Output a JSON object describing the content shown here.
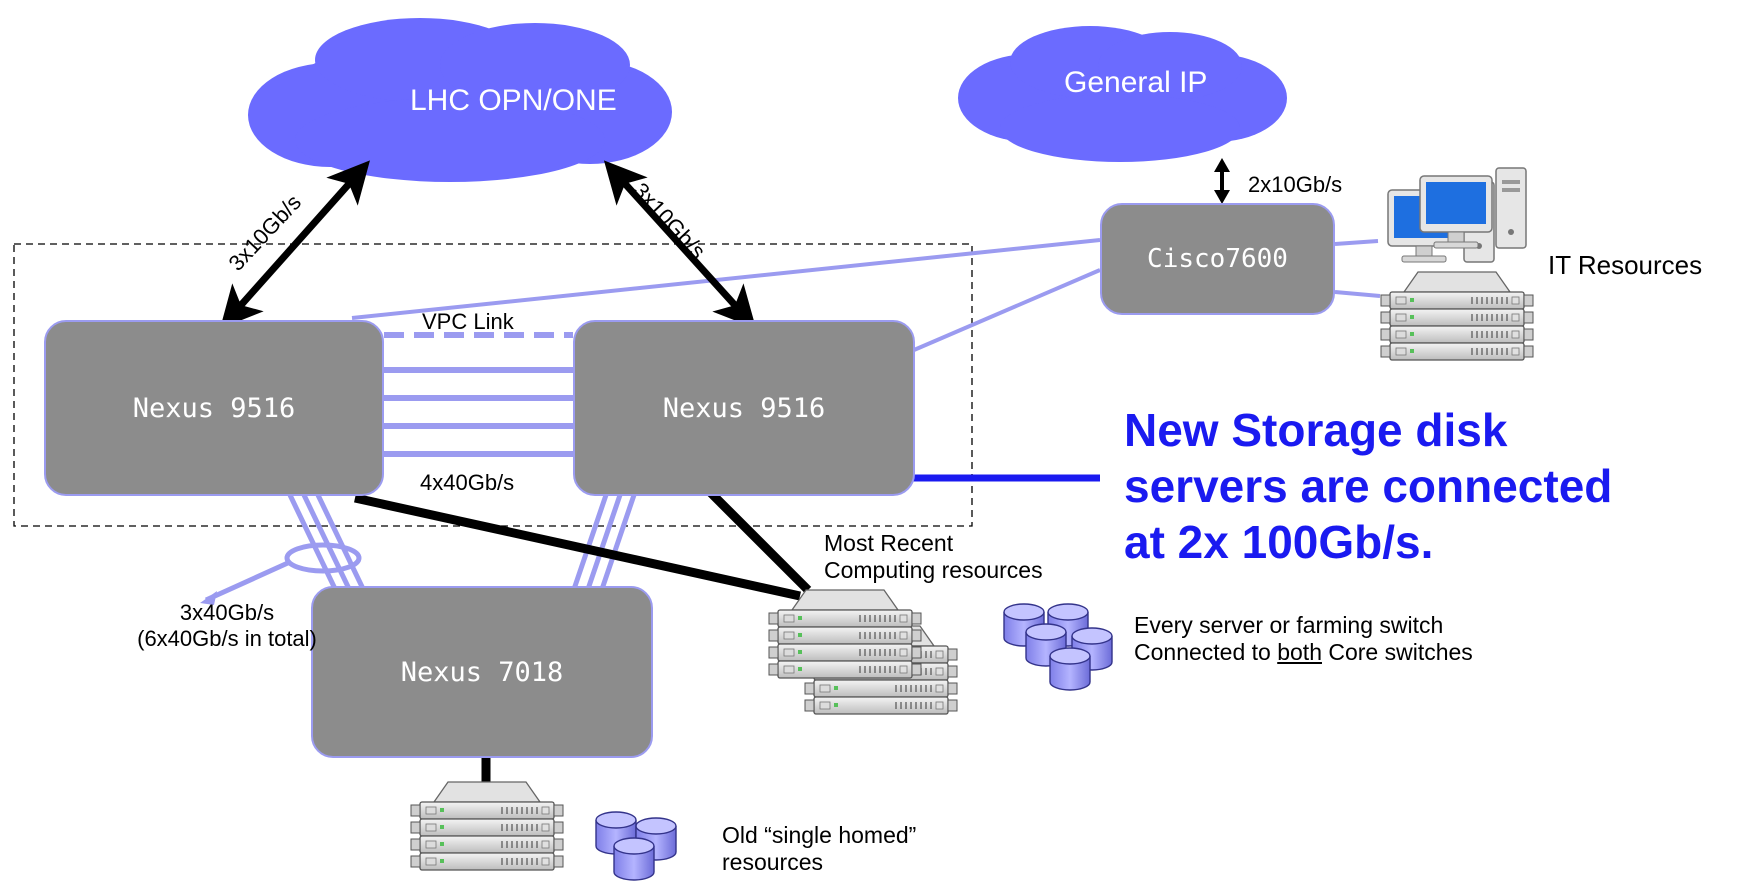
{
  "clouds": {
    "lhc": "LHC OPN/ONE",
    "general_ip": "General IP"
  },
  "devices": {
    "nexus_left": "Nexus 9516",
    "nexus_right": "Nexus 9516",
    "nexus_7018": "Nexus 7018",
    "cisco": "Cisco7600"
  },
  "links": {
    "lhc_left": "3x10Gb/s",
    "lhc_right": "3x10Gb/s",
    "general_ip": "2x10Gb/s",
    "vpc": "VPC Link",
    "core_interconnect": "4x40Gb/s",
    "to_7018_line1": "3x40Gb/s",
    "to_7018_line2": "(6x40Gb/s in total)"
  },
  "resources": {
    "it": "IT Resources",
    "recent_line1": "Most Recent",
    "recent_line2": "Computing resources",
    "every_server_line1": "Every server or farming switch",
    "every_server_pre": "Connected to ",
    "every_server_both": "both",
    "every_server_post": " Core switches",
    "old_line1": "Old “single homed”",
    "old_line2": "resources"
  },
  "headline": {
    "line1": "New Storage disk",
    "line2": "servers are connected",
    "line3": "at 2x 100Gb/s."
  },
  "colors": {
    "cloud": "#6b6bff",
    "device": "#8c8c8c",
    "link_light": "#9b9bf0",
    "headline": "#1a1af0"
  }
}
